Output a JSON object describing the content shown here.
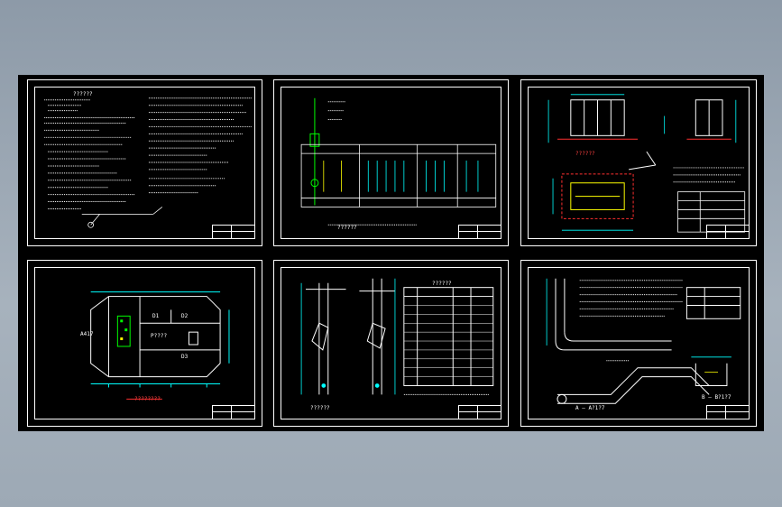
{
  "window": {
    "background": "#9aa6b2",
    "canvas_color": "#000000",
    "line_color": "#ffffff"
  },
  "colors": {
    "cyan": "#00ffff",
    "green": "#00ff00",
    "red": "#ff3030",
    "yellow": "#ffff00",
    "white": "#ffffff"
  },
  "sheets": [
    {
      "id": "sheet-1",
      "kind": "text-notes",
      "heading": "??????"
    },
    {
      "id": "sheet-2",
      "kind": "single-line-diagram",
      "heading": "??????"
    },
    {
      "id": "sheet-3",
      "kind": "elevation-plan",
      "heading": "??????"
    },
    {
      "id": "sheet-4",
      "kind": "layout-plan",
      "heading": "????????",
      "labels": {
        "a": "D1",
        "b": "D2",
        "c": "D3",
        "d": "A417",
        "e": "P????"
      }
    },
    {
      "id": "sheet-5",
      "kind": "pole-detail",
      "heading": "??????",
      "table_title": "??????"
    },
    {
      "id": "sheet-6",
      "kind": "trench-detail",
      "heading": "??????",
      "section_a": "A — A?1?7",
      "section_b": "B — B?1?7"
    }
  ]
}
